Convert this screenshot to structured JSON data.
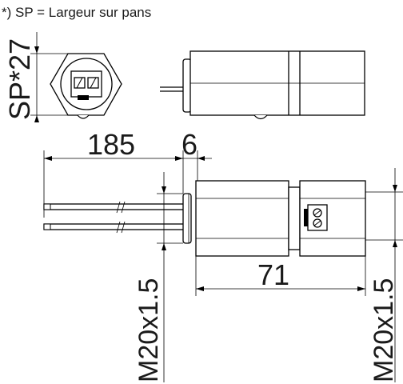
{
  "note": "*) SP = Largeur sur pans",
  "dimensions": {
    "across_flats": "SP*27",
    "cable_length": "185",
    "flange_width": "6",
    "body_length": "71",
    "thread_left": "M20x1.5",
    "thread_right": "M20x1.5"
  },
  "colors": {
    "line": "#000000",
    "text": "#1a1a1a",
    "background": "#ffffff"
  }
}
